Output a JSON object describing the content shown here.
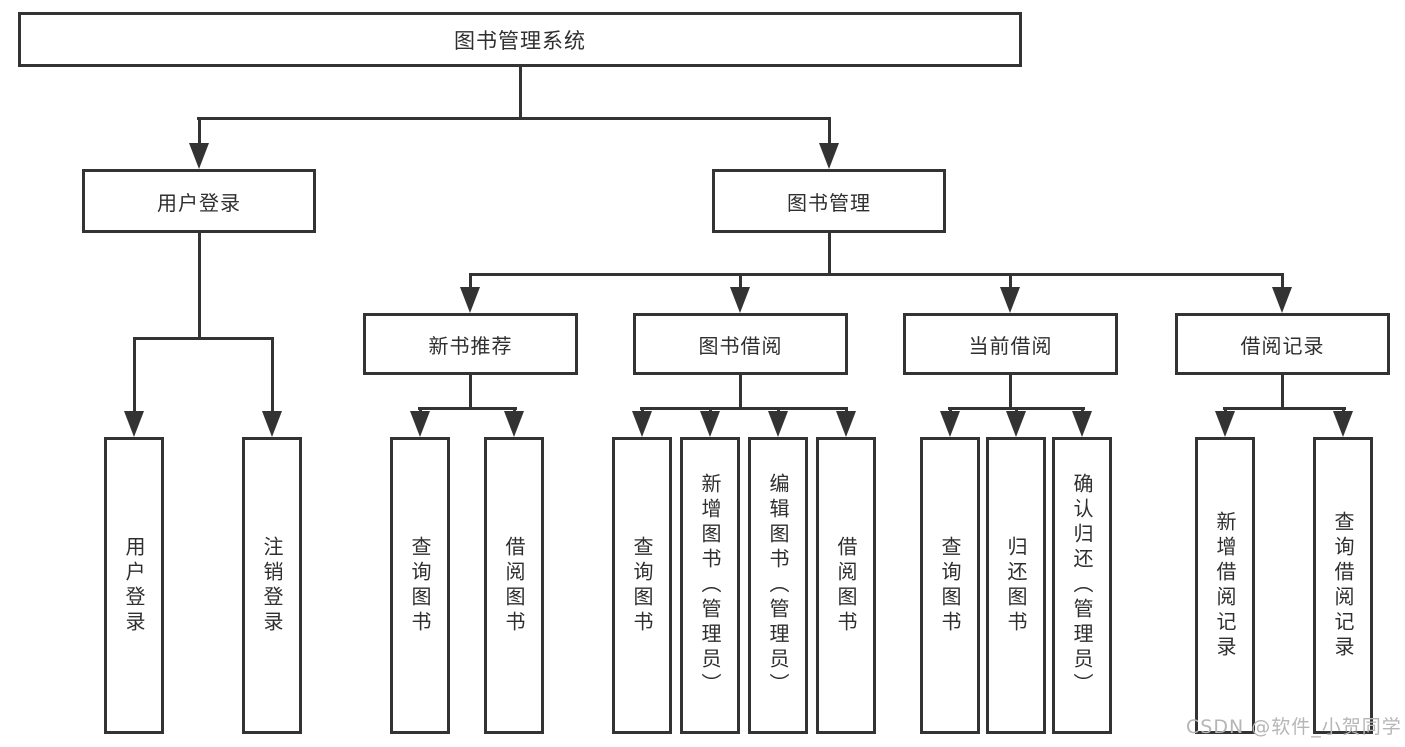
{
  "diagram": {
    "root": "图书管理系统",
    "login_branch": {
      "label": "用户登录",
      "children": [
        "用户登录",
        "注销登录"
      ]
    },
    "management_branch": {
      "label": "图书管理",
      "groups": [
        {
          "label": "新书推荐",
          "children": [
            "查询图书",
            "借阅图书"
          ]
        },
        {
          "label": "图书借阅",
          "children": [
            "查询图书",
            "新增图书（管理员）",
            "编辑图书（管理员）",
            "借阅图书"
          ]
        },
        {
          "label": "当前借阅",
          "children": [
            "查询图书",
            "归还图书",
            "确认归还（管理员）"
          ]
        },
        {
          "label": "借阅记录",
          "children": [
            "新增借阅记录",
            "查询借阅记录"
          ]
        }
      ]
    }
  },
  "watermark": "CSDN @软件_小贺同学",
  "colors": {
    "line": "#333333",
    "box_border": "#333333",
    "box_background": "#ffffff",
    "text": "#2f2f2f",
    "watermark": "#b6b6b6",
    "page_background": "#ffffff"
  }
}
